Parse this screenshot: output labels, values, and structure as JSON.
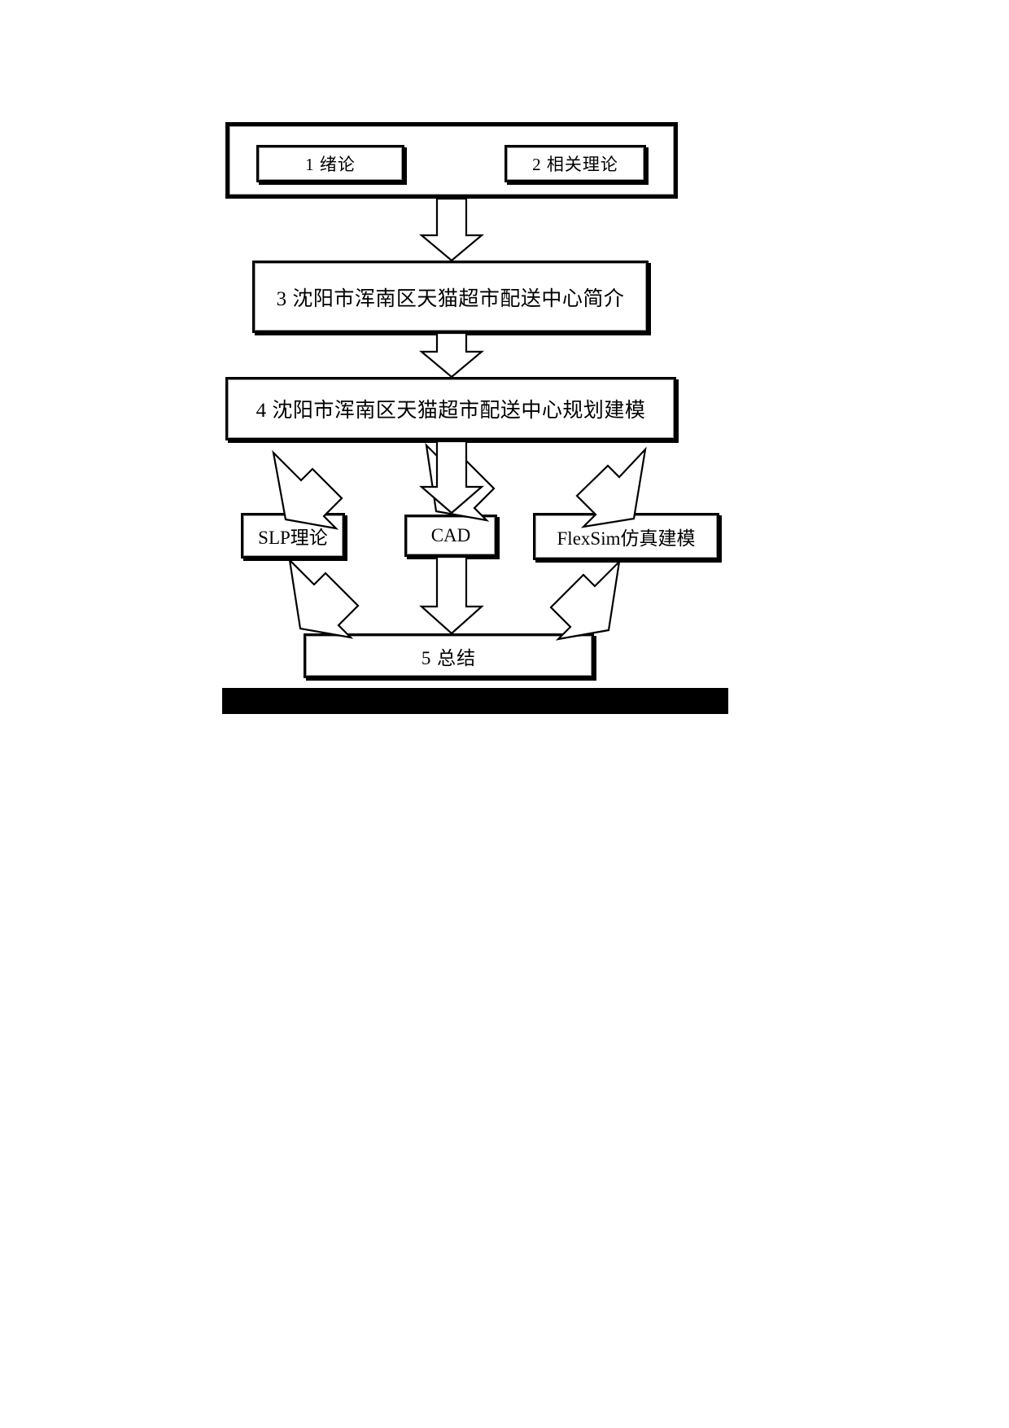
{
  "document": {
    "title": "技术路线流程图",
    "language": "zh-CN",
    "background_color": "#ffffff",
    "line_color": "#000000"
  },
  "diagram": {
    "type": "flowchart",
    "orientation": "top-to-bottom",
    "group": {
      "name": "chapters-1-2-group",
      "members": [
        "node-intro",
        "node-theory"
      ]
    },
    "nodes": [
      {
        "id": "node-intro",
        "label": "1  绪论",
        "shape": "rectangle"
      },
      {
        "id": "node-theory",
        "label": "2 相关理论",
        "shape": "rectangle"
      },
      {
        "id": "node-ch3",
        "label": "3 沈阳市浑南区天猫超市配送中心简介",
        "shape": "rectangle"
      },
      {
        "id": "node-ch4",
        "label": "4  沈阳市浑南区天猫超市配送中心规划建模",
        "shape": "rectangle"
      },
      {
        "id": "node-slp",
        "label": "SLP理论",
        "shape": "rectangle"
      },
      {
        "id": "node-cad",
        "label": "CAD",
        "shape": "rectangle"
      },
      {
        "id": "node-flexsim",
        "label": "FlexSim仿真建模",
        "shape": "rectangle"
      },
      {
        "id": "node-summary",
        "label": "5 总结",
        "shape": "rectangle"
      }
    ],
    "edges": [
      {
        "from": "chapters-1-2-group",
        "to": "node-ch3",
        "style": "block-arrow",
        "direction": "down"
      },
      {
        "from": "node-ch3",
        "to": "node-ch4",
        "style": "block-arrow",
        "direction": "down"
      },
      {
        "from": "node-ch4",
        "to": "node-slp",
        "style": "block-arrow",
        "direction": "down-left"
      },
      {
        "from": "node-ch4",
        "to": "node-cad",
        "style": "block-arrow",
        "direction": "down"
      },
      {
        "from": "node-ch4",
        "to": "node-flexsim",
        "style": "block-arrow",
        "direction": "down-right"
      },
      {
        "from": "node-slp",
        "to": "node-summary",
        "style": "block-arrow",
        "direction": "down-right"
      },
      {
        "from": "node-cad",
        "to": "node-summary",
        "style": "block-arrow",
        "direction": "down"
      },
      {
        "from": "node-flexsim",
        "to": "node-summary",
        "style": "block-arrow",
        "direction": "down-left"
      }
    ],
    "footer_rule": {
      "name": "bottom-rule",
      "color": "#000000"
    }
  }
}
